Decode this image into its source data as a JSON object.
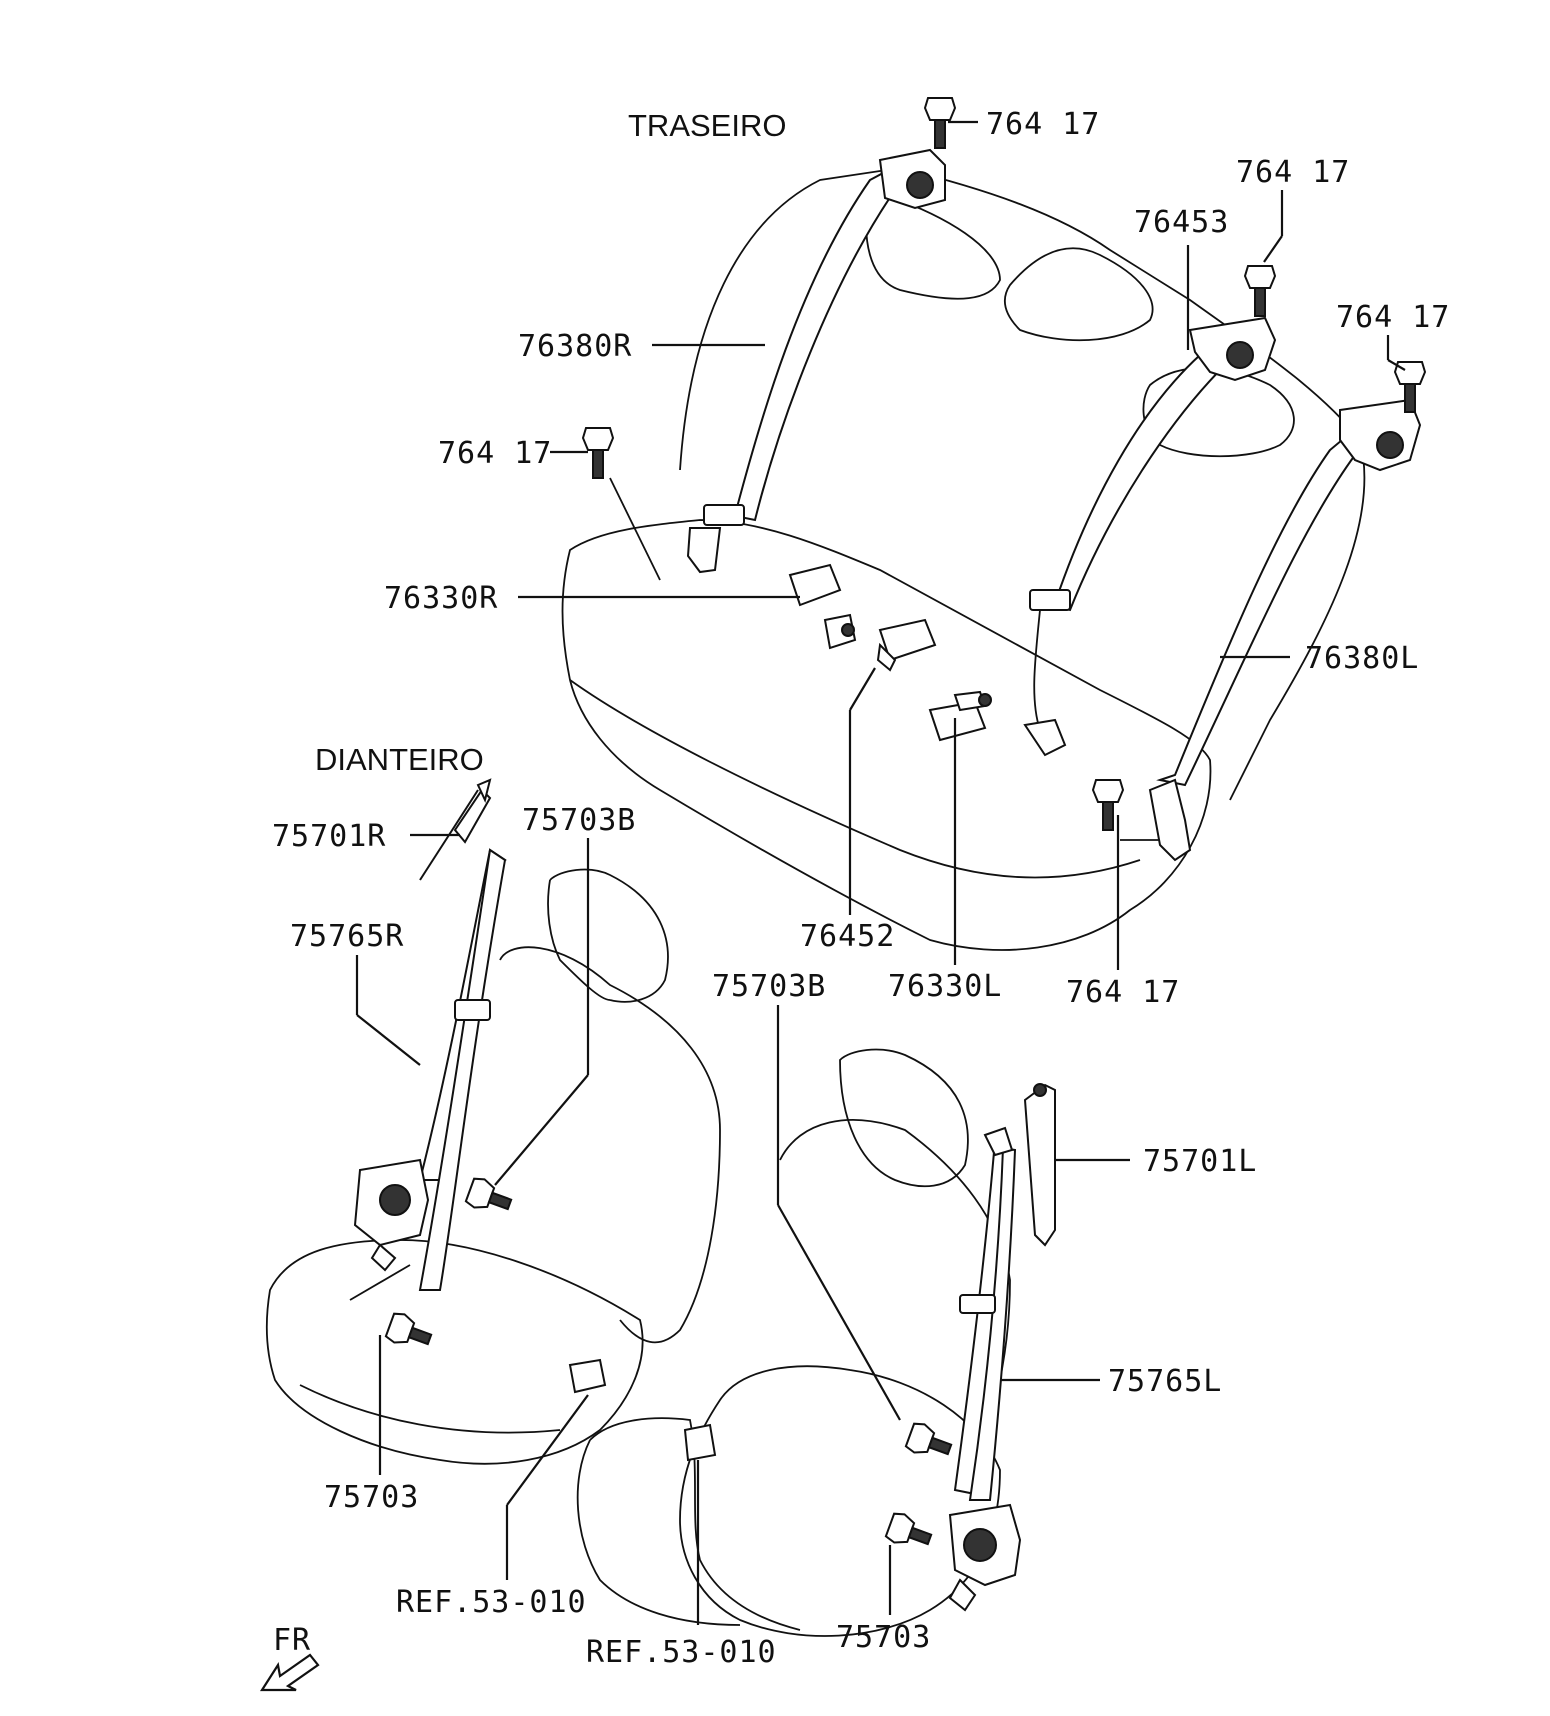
{
  "sections": {
    "rear": "TRASEIRO",
    "front": "DIANTEIRO"
  },
  "labels": {
    "bolt_top": "764 17",
    "bolt_right_a": "764 17",
    "bolt_right_b": "764 17",
    "bolt_left": "764 17",
    "bolt_bottom": "764 17",
    "retainer": "76453",
    "belt_rear_r": "76380R",
    "belt_rear_l": "76380L",
    "buckle_rear_r": "76330R",
    "buckle_rear_l": "76330L",
    "buckle_center": "76452",
    "anchor_front_r": "75701R",
    "anchor_front_l": "75701L",
    "belt_front_r": "75765R",
    "belt_front_l": "75765L",
    "bolt_front_rb": "75703B",
    "bolt_front_lb": "75703B",
    "bolt_front_r": "75703",
    "bolt_front_l": "75703",
    "ref_a": "REF.53-010",
    "ref_b": "REF.53-010",
    "direction": "FR"
  }
}
